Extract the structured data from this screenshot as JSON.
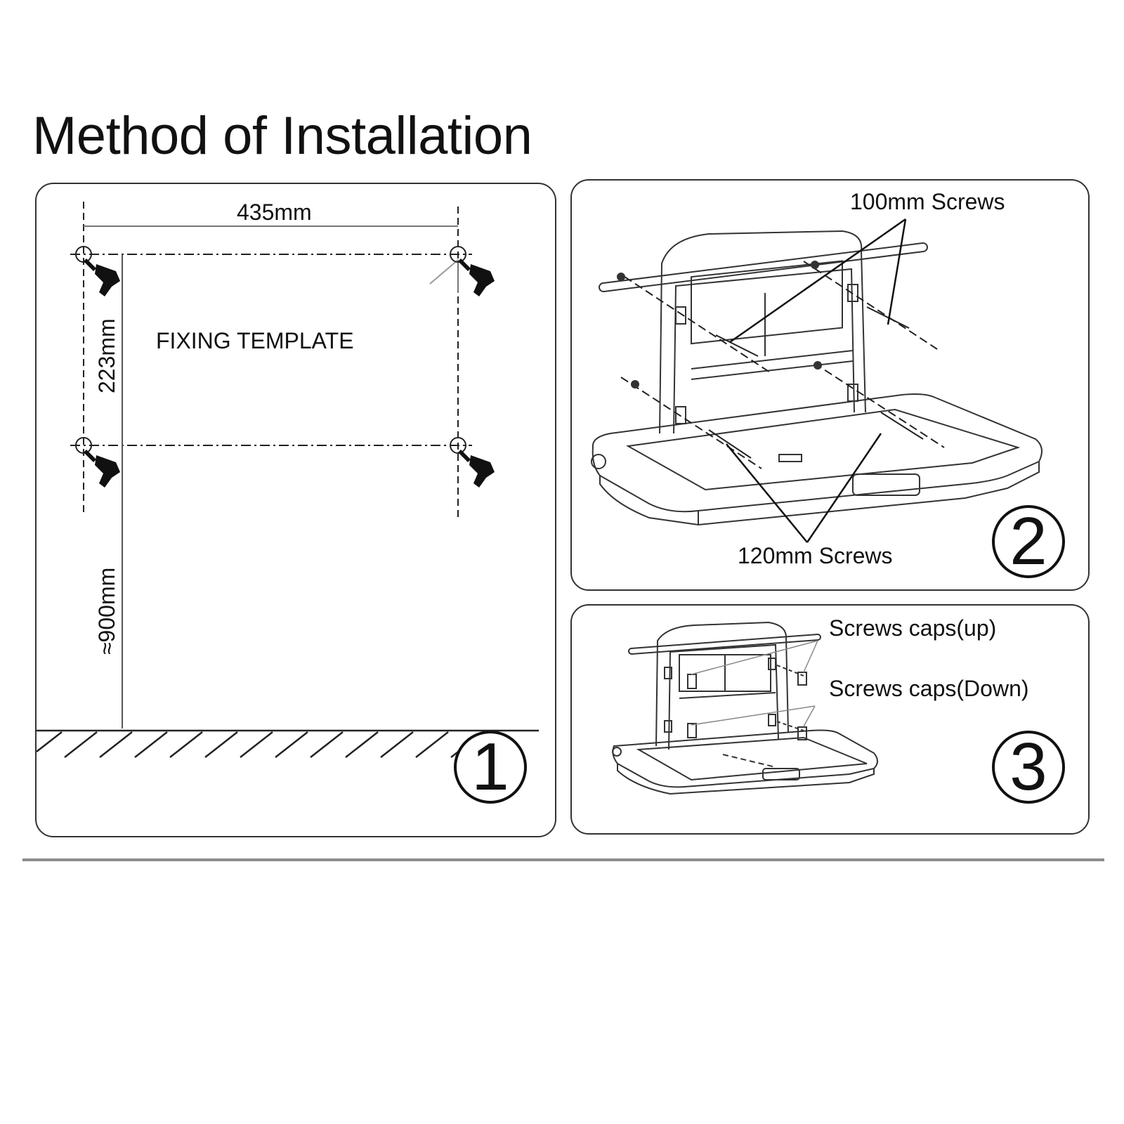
{
  "title": "Method of Installation",
  "step1": {
    "width_label": "435mm",
    "height_label": "223mm",
    "floor_label": "≈900mm",
    "template_label": "FIXING TEMPLATE",
    "step_number": "1"
  },
  "step2": {
    "top_label": "100mm Screws",
    "bottom_label": "120mm Screws",
    "step_number": "2"
  },
  "step3": {
    "caps_up_label": "Screws caps(up)",
    "caps_down_label": "Screws caps(Down)",
    "step_number": "3"
  },
  "colors": {
    "line": "#222222",
    "panel_border": "#333333",
    "divider": "#8c8c8c"
  }
}
